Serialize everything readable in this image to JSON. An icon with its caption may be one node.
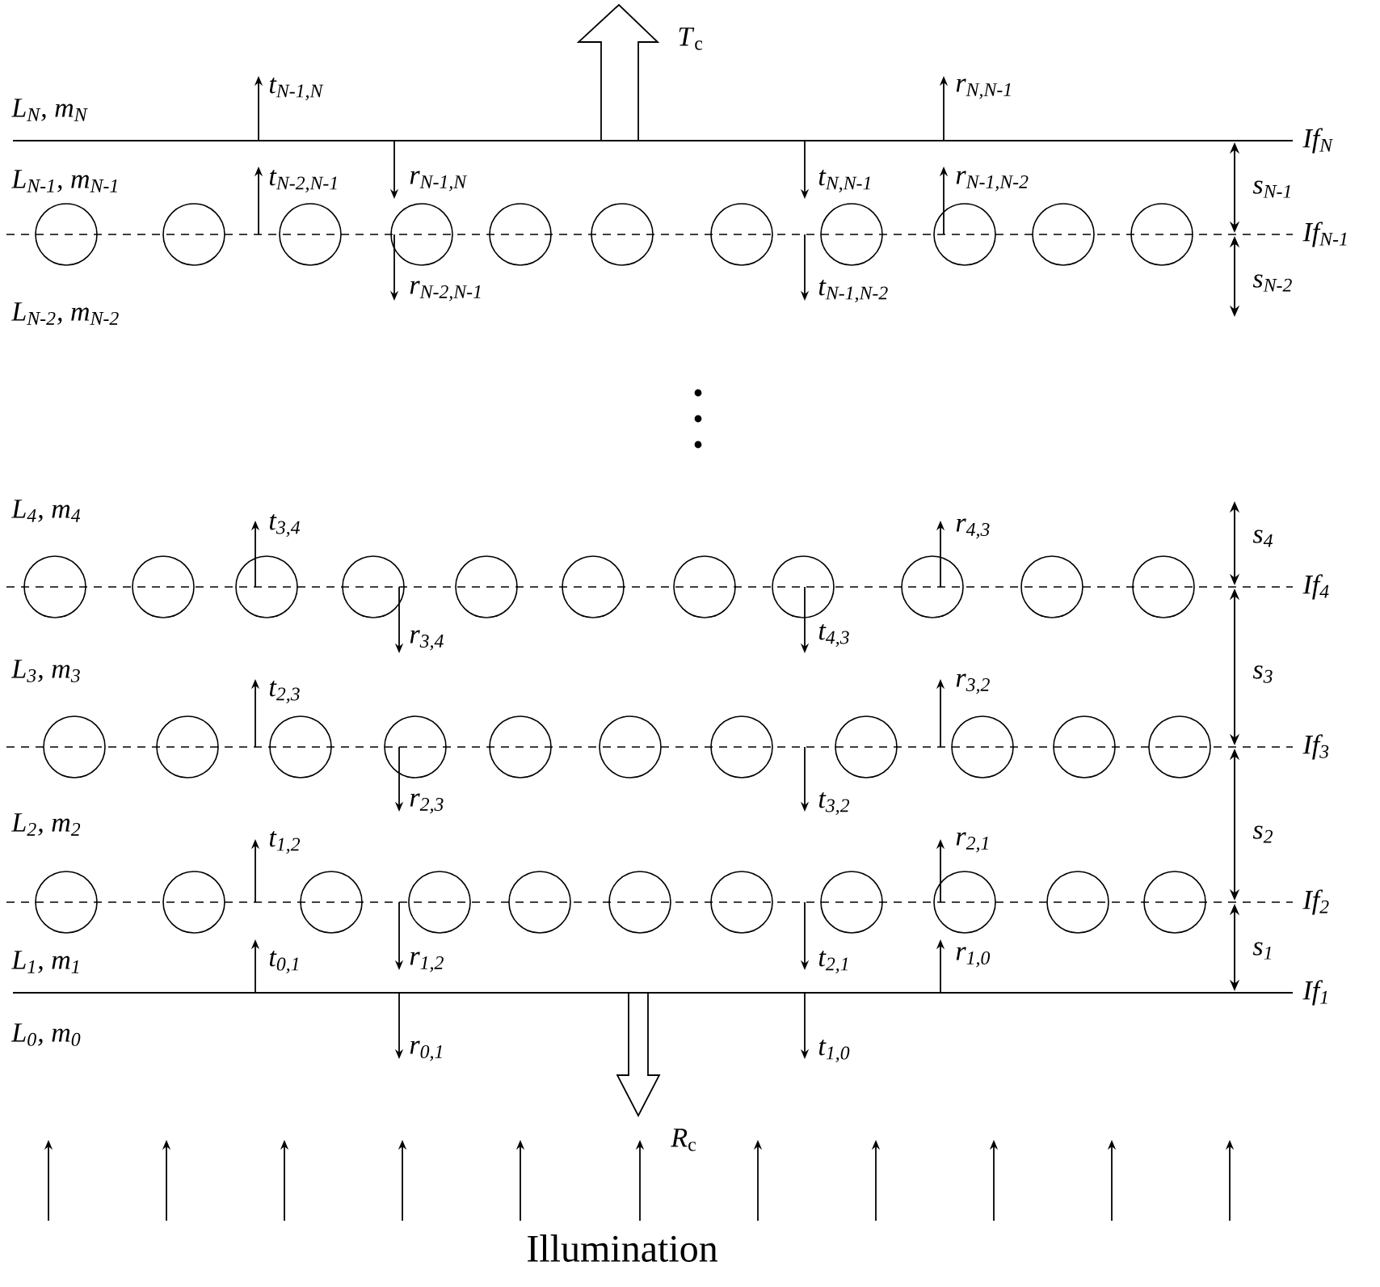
{
  "diagram": {
    "labels": [
      "*T*$_{c}$",
      "L$_{N}$, m$_{N}$",
      "t$_{N-1,N}$",
      "r$_{N,N-1}$",
      "If$_{N}$",
      "L$_{N-1}$, m$_{N-1}$",
      "t$_{N-2,N-1}$",
      "r$_{N-1,N}$",
      "t$_{N,N-1}$",
      "r$_{N-1,N-2}$",
      "s$_{N-1}$",
      "If$_{N-1}$",
      "r$_{N-2,N-1}$",
      "t$_{N-1,N-2}$",
      "s$_{N-2}$",
      "L$_{N-2}$, m$_{N-2}$",
      "L$_{4}$, m$_{4}$",
      "t$_{3,4}$",
      "r$_{4,3}$",
      "s$_{4}$",
      "If$_{4}$",
      "r$_{3,4}$",
      "t$_{4,3}$",
      "L$_{3}$, m$_{3}$",
      "t$_{2,3}$",
      "r$_{3,2}$",
      "s$_{3}$",
      "If$_{3}$",
      "r$_{2,3}$",
      "t$_{3,2}$",
      "L$_{2}$, m$_{2}$",
      "t$_{1,2}$",
      "r$_{2,1}$",
      "s$_{2}$",
      "If$_{2}$",
      "L$_{1}$, m$_{1}$",
      "t$_{0,1}$",
      "r$_{1,2}$",
      "t$_{2,1}$",
      "r$_{1,0}$",
      "s$_{1}$",
      "If$_{1}$",
      "L$_{0}$, m$_{0}$",
      "r$_{0,1}$",
      "t$_{1,0}$",
      "*R*$_{c}$",
      "Illumination"
    ]
  }
}
